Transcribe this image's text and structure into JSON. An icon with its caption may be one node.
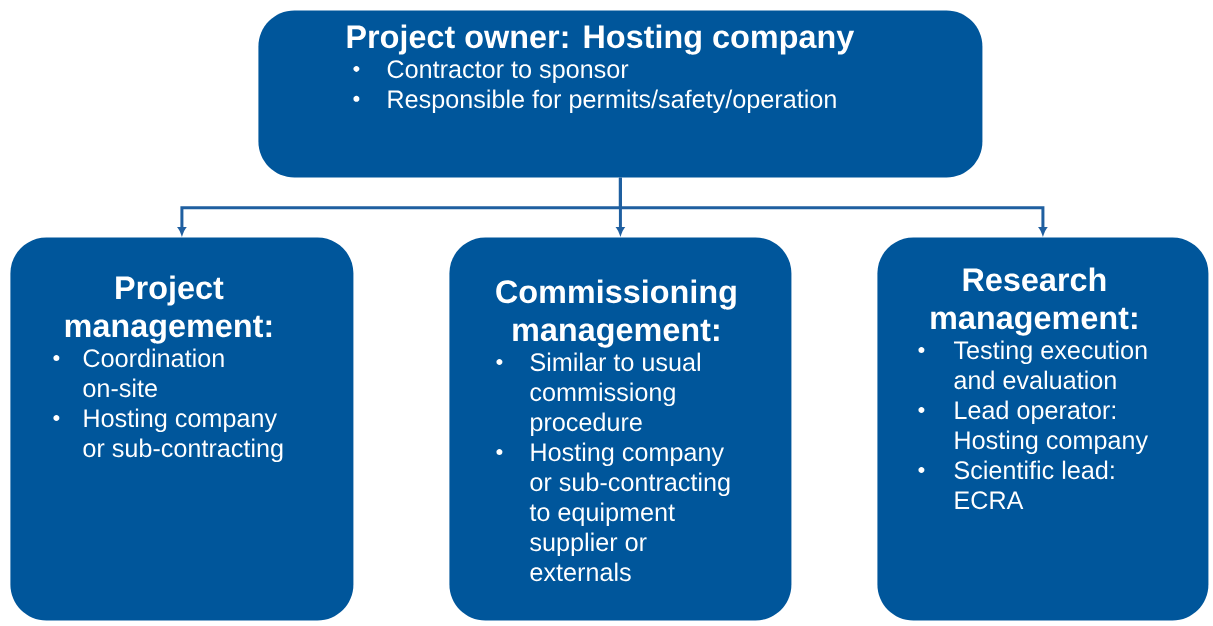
{
  "diagram": {
    "nodes": [
      {
        "text": [
          "Project owner: Hosting company",
          "Contractor to sponsor",
          "Responsible for permits/safety/operation"
        ]
      },
      {
        "text": [
          "Project management:",
          "Coordination on-site",
          "Hosting company or sub-contracting"
        ]
      },
      {
        "text": [
          "Commissioning management:",
          "Similar to usual commissiong procedure",
          "Hosting company or sub-contracting to equipment supplier or externals"
        ]
      },
      {
        "text": [
          "Research management:",
          "Testing execution and evaluation",
          "Lead operator: Hosting company",
          "Scientific lead: ECRA"
        ]
      }
    ],
    "edges": [
      {
        "from": 0,
        "to": 1,
        "arrow": "to"
      },
      {
        "from": 0,
        "to": 2,
        "arrow": "to"
      },
      {
        "from": 0,
        "to": 3,
        "arrow": "to"
      }
    ]
  }
}
